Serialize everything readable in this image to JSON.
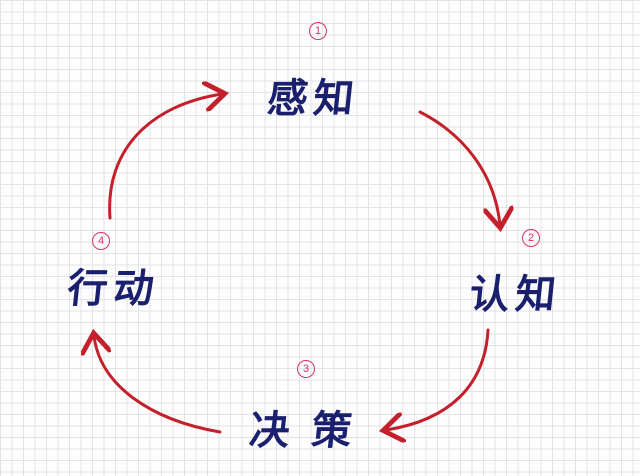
{
  "nodes": [
    {
      "number": "1",
      "label": "感知"
    },
    {
      "number": "2",
      "label": "认知"
    },
    {
      "number": "3",
      "label": "决策"
    },
    {
      "number": "4",
      "label": "行动"
    }
  ],
  "colors": {
    "text": "#1a1f6e",
    "arrow": "#c4202b",
    "number": "#d8336b"
  }
}
